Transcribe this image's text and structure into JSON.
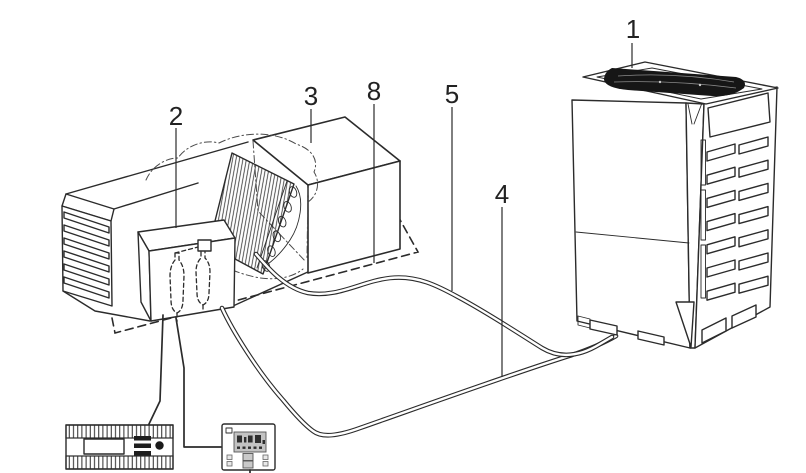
{
  "figure": {
    "background": "#ffffff",
    "line_color": "#2b2b2b",
    "lcd_color": "#c3c3c3",
    "fan_grille_color": "#161616",
    "callouts": [
      {
        "num": "1"
      },
      {
        "num": "2"
      },
      {
        "num": "3"
      },
      {
        "num": "8"
      },
      {
        "num": "5"
      },
      {
        "num": "4"
      }
    ]
  }
}
